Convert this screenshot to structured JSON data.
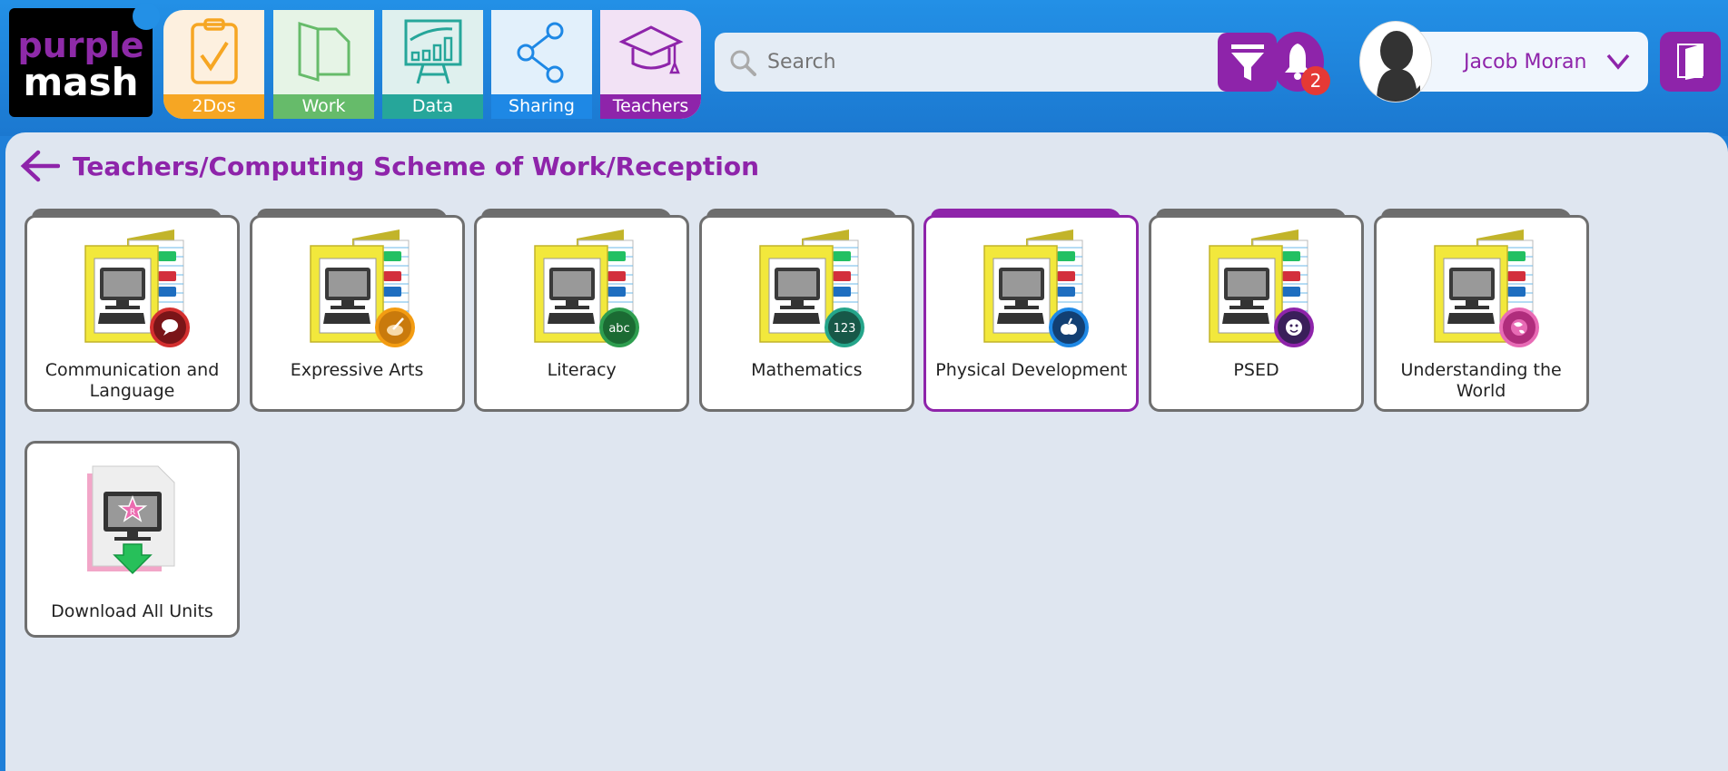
{
  "logo": {
    "line1": "purple",
    "line2": "mash"
  },
  "nav_tabs": [
    {
      "label": "2Dos",
      "color": "#f6a623",
      "bg": "#fdf0df",
      "icon": "clipboard-check-icon"
    },
    {
      "label": "Work",
      "color": "#66bb6a",
      "bg": "#e6f4e6",
      "icon": "folder-icon"
    },
    {
      "label": "Data",
      "color": "#26a69a",
      "bg": "#dff0ee",
      "icon": "chart-board-icon"
    },
    {
      "label": "Sharing",
      "color": "#1e88e5",
      "bg": "#e2f0fb",
      "icon": "share-icon"
    },
    {
      "label": "Teachers",
      "color": "#8e24aa",
      "bg": "#f2e2f5",
      "icon": "graduation-cap-icon"
    }
  ],
  "search": {
    "placeholder": "Search"
  },
  "notifications": {
    "count": "2"
  },
  "user": {
    "name": "Jacob Moran"
  },
  "breadcrumb": "Teachers/Computing Scheme of Work/Reception",
  "cards": [
    {
      "title": "Communication and Language",
      "badge": "speech",
      "badge_color": "#7a1518",
      "ring": "#d32f2f",
      "selected": false
    },
    {
      "title": "Expressive Arts",
      "badge": "palette",
      "badge_color": "#c97a0c",
      "ring": "#f39c12",
      "selected": false
    },
    {
      "title": "Literacy",
      "badge": "abc",
      "badge_color": "#1b6b33",
      "ring": "#2e9e4f",
      "selected": false
    },
    {
      "title": "Mathematics",
      "badge": "123",
      "badge_color": "#175848",
      "ring": "#25a58a",
      "selected": false
    },
    {
      "title": "Physical Development",
      "badge": "apple",
      "badge_color": "#123f73",
      "ring": "#1e88e5",
      "selected": true
    },
    {
      "title": "PSED",
      "badge": "smile",
      "badge_color": "#3a1f5a",
      "ring": "#8e24aa",
      "selected": false
    },
    {
      "title": "Understanding the World",
      "badge": "globe",
      "badge_color": "#b02d7c",
      "ring": "#e86bb5",
      "selected": false
    },
    {
      "title": "Download All Units",
      "badge": "download",
      "selected": false
    }
  ],
  "colors": {
    "brand": "#8e24aa",
    "header": "#1f7fd8",
    "panel": "#dfe6f0"
  }
}
